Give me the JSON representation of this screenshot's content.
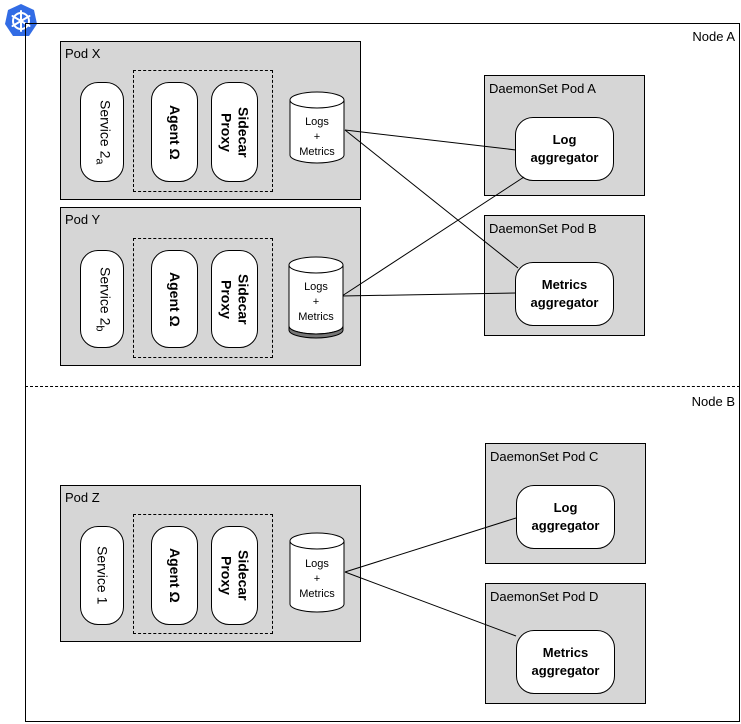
{
  "nodes": {
    "a_label": "Node A",
    "b_label": "Node B"
  },
  "pods": {
    "x": {
      "label": "Pod X",
      "service_main": "Service 2",
      "service_sub": "a"
    },
    "y": {
      "label": "Pod Y",
      "service_main": "Service 2",
      "service_sub": "b"
    },
    "z": {
      "label": "Pod Z",
      "service_main": "Service 1"
    }
  },
  "common": {
    "agent": "Agent Ω",
    "sidecar_line1": "Sidecar",
    "sidecar_line2": "Proxy",
    "logs_line1": "Logs",
    "logs_line2": "+",
    "logs_line3": "Metrics"
  },
  "daemonsets": {
    "a": {
      "label": "DaemonSet Pod A",
      "line1": "Log",
      "line2": "aggregator"
    },
    "b": {
      "label": "DaemonSet Pod B",
      "line1": "Metrics",
      "line2": "aggregator"
    },
    "c": {
      "label": "DaemonSet Pod C",
      "line1": "Log",
      "line2": "aggregator"
    },
    "d": {
      "label": "DaemonSet Pod D",
      "line1": "Metrics",
      "line2": "aggregator"
    }
  },
  "colors": {
    "pod_fill": "#d6d6d6",
    "kubernetes_blue": "#326ce5"
  },
  "icons": {
    "logo": "kubernetes-helm-icon"
  }
}
